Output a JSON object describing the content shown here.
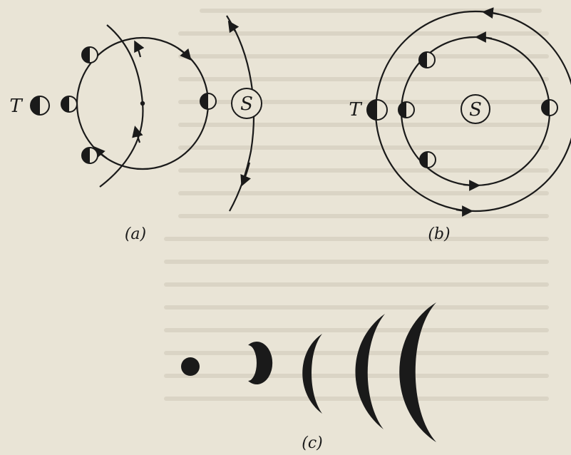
{
  "figure": {
    "panels": [
      {
        "id": "a",
        "caption": "(a)",
        "earth_label": "T",
        "sun_label": "S"
      },
      {
        "id": "b",
        "caption": "(b)",
        "earth_label": "T",
        "sun_label": "S"
      },
      {
        "id": "c",
        "caption": "(c)"
      }
    ]
  },
  "colors": {
    "ink": "#1a1a1a",
    "paper": "#e9e4d6",
    "bleed_text": "#c9c2b2"
  }
}
